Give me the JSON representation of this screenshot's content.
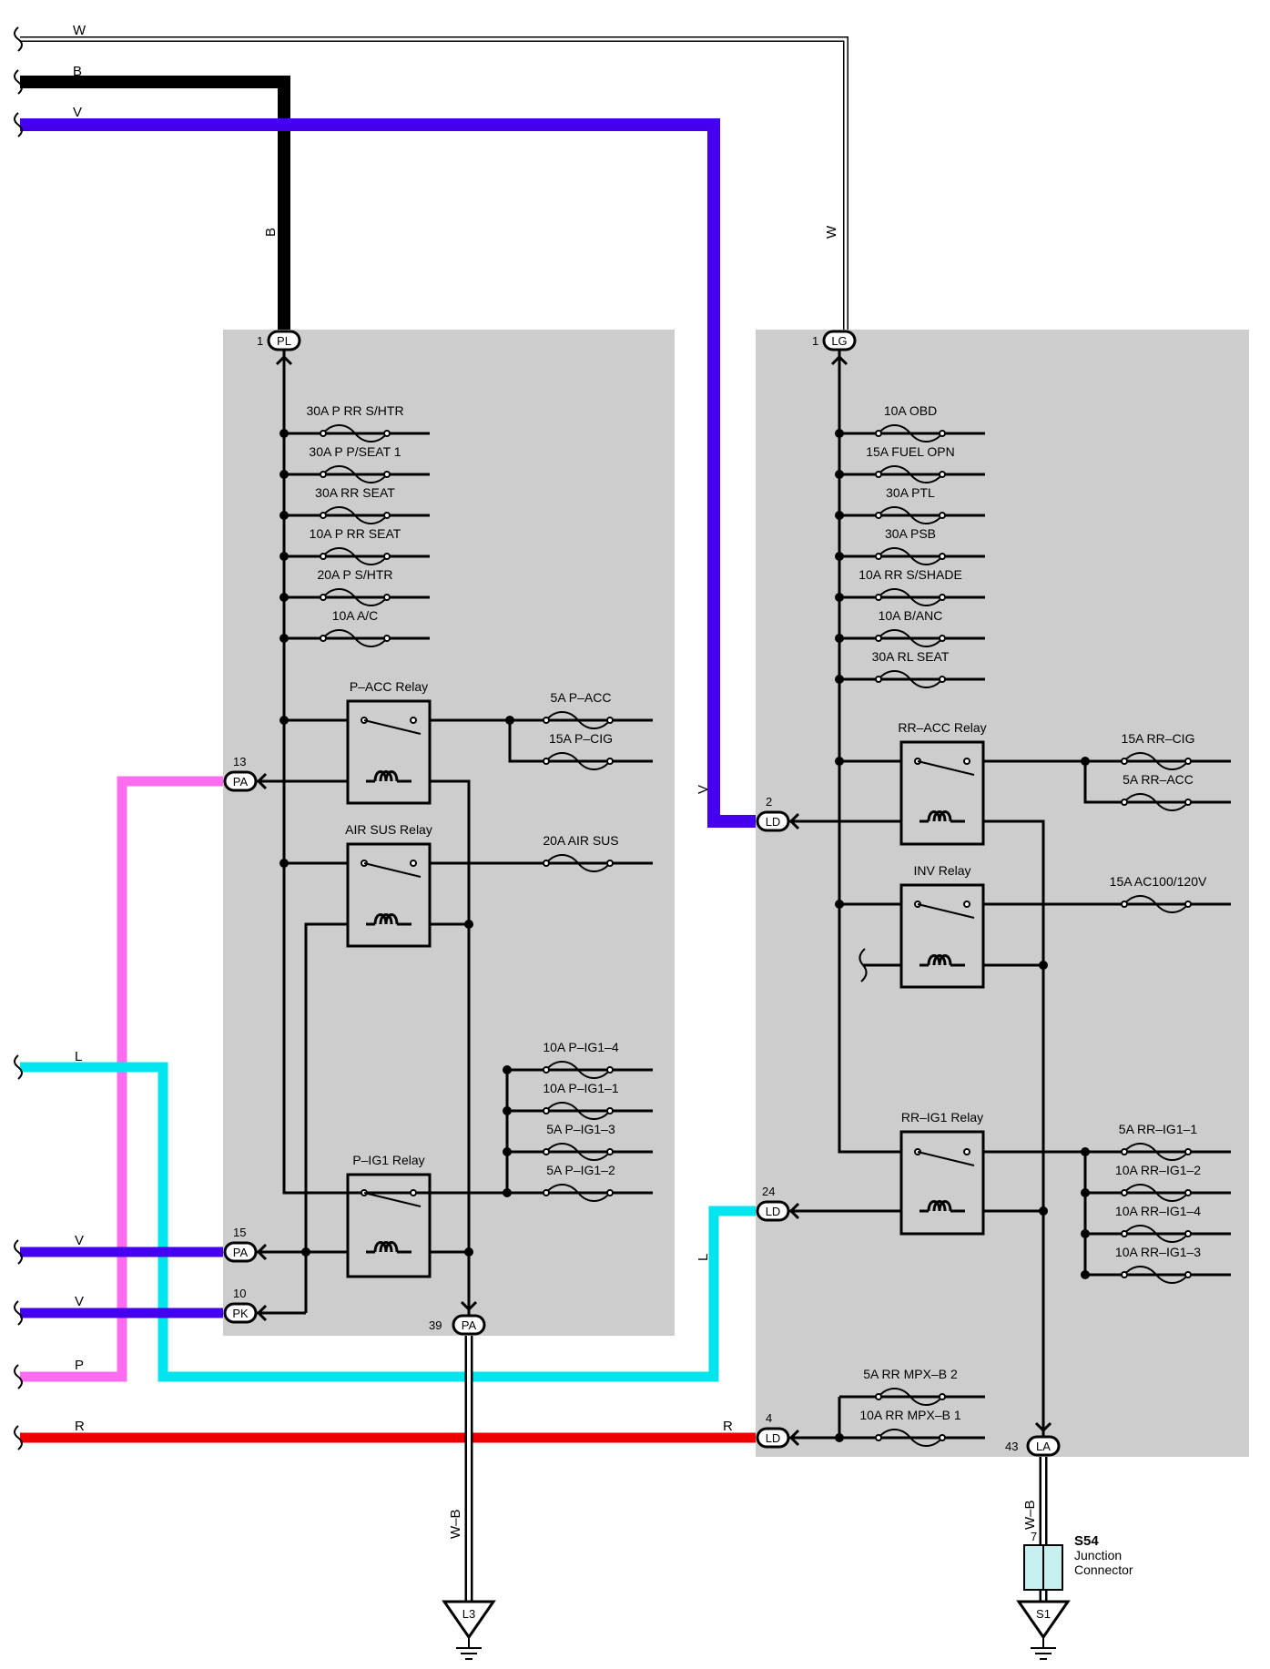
{
  "colors": {
    "W": "#ffffff",
    "B": "#000000",
    "V": "#4400ee",
    "L": "#00e5ee",
    "P": "#ff6cf0",
    "R": "#ee0000",
    "W-B": "#ffffff",
    "block": "#cdcdcd",
    "junction": "#c8f0f0"
  },
  "wire_labels": {
    "w_top": "W",
    "b_top": "B",
    "v_top": "V",
    "b_vert": "B",
    "w_vert": "W",
    "v_vert": "V",
    "l_left": "L",
    "v_left1": "V",
    "v_left2": "V",
    "p_left": "P",
    "r_left": "R",
    "l_vert": "L",
    "r_right": "R",
    "wb_left": "W–B",
    "wb_right": "W–B"
  },
  "left_block": {
    "fuses": [
      "30A P RR S/HTR",
      "30A P P/SEAT 1",
      "30A RR SEAT",
      "10A P RR SEAT",
      "20A P S/HTR",
      "10A A/C"
    ],
    "relays": {
      "p_acc": "P–ACC Relay",
      "air_sus": "AIR SUS Relay",
      "p_ig1": "P–IG1 Relay"
    },
    "p_acc_fuses": [
      "5A P–ACC",
      "15A P–CIG"
    ],
    "air_sus_fuse": "20A AIR SUS",
    "p_ig1_fuses": [
      "10A P–IG1–4",
      "10A P–IG1–1",
      "5A P–IG1–3",
      "5A P–IG1–2"
    ],
    "connectors": {
      "pl": {
        "pin": "1",
        "name": "PL"
      },
      "pa13": {
        "pin": "13",
        "name": "PA"
      },
      "pa15": {
        "pin": "15",
        "name": "PA"
      },
      "pk10": {
        "pin": "10",
        "name": "PK"
      },
      "pa39": {
        "pin": "39",
        "name": "PA"
      }
    }
  },
  "right_block": {
    "fuses": [
      "10A OBD",
      "15A FUEL OPN",
      "30A PTL",
      "30A PSB",
      "10A RR S/SHADE",
      "10A B/ANC",
      "30A RL SEAT"
    ],
    "relays": {
      "rr_acc": "RR–ACC Relay",
      "inv": "INV Relay",
      "rr_ig1": "RR–IG1 Relay"
    },
    "rr_acc_fuses": [
      "15A RR–CIG",
      "5A RR–ACC"
    ],
    "inv_fuse": "15A AC100/120V",
    "rr_ig1_fuses": [
      "5A RR–IG1–1",
      "10A RR–IG1–2",
      "10A RR–IG1–4",
      "10A RR–IG1–3"
    ],
    "mpx_fuses": [
      "5A RR MPX–B 2",
      "10A RR MPX–B 1"
    ],
    "connectors": {
      "lg": {
        "pin": "1",
        "name": "LG"
      },
      "ld2": {
        "pin": "2",
        "name": "LD"
      },
      "ld24": {
        "pin": "24",
        "name": "LD"
      },
      "ld4": {
        "pin": "4",
        "name": "LD"
      },
      "la43": {
        "pin": "43",
        "name": "LA"
      }
    }
  },
  "junction": {
    "pin": "7",
    "id": "S54",
    "line1": "Junction",
    "line2": "Connector"
  },
  "grounds": {
    "left": "L3",
    "right": "S1"
  }
}
